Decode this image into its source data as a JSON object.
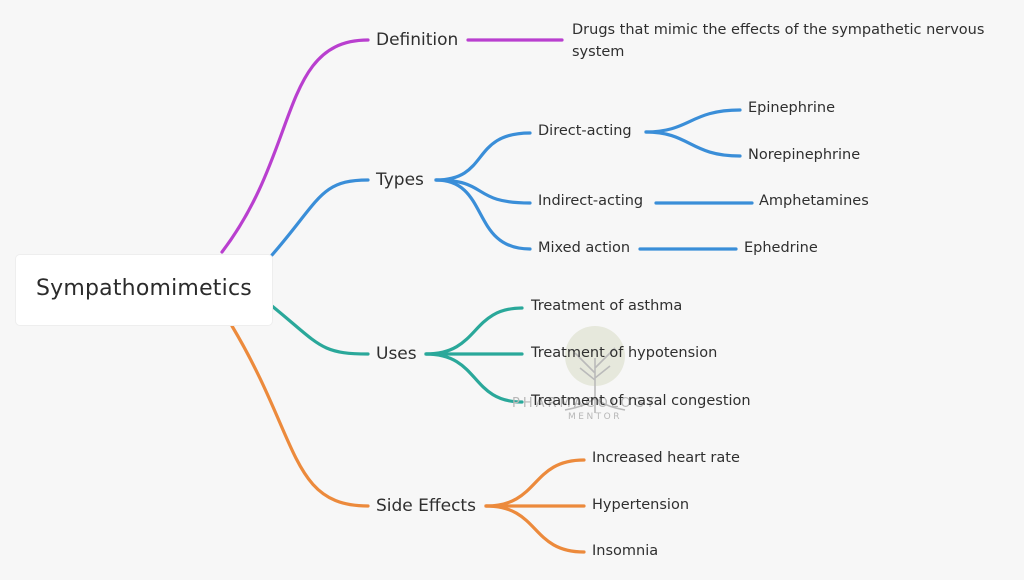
{
  "root": {
    "label": "Sympathomimetics"
  },
  "colors": {
    "definition": "#b93fcf",
    "types": "#3a8ed8",
    "uses": "#2aa89a",
    "side_effects": "#ec8a3c"
  },
  "watermark": {
    "icon": "tree-icon",
    "line1": "PHARMACOLOGY",
    "line2": "MENTOR"
  },
  "branches": {
    "definition": {
      "label": "Definition",
      "text": "Drugs that mimic the effects of the sympathetic nervous system"
    },
    "types": {
      "label": "Types",
      "direct": {
        "label": "Direct-acting",
        "children": [
          "Epinephrine",
          "Norepinephrine"
        ]
      },
      "indirect": {
        "label": "Indirect-acting",
        "children": [
          "Amphetamines"
        ]
      },
      "mixed": {
        "label": "Mixed action",
        "children": [
          "Ephedrine"
        ]
      }
    },
    "uses": {
      "label": "Uses",
      "children": [
        "Treatment of asthma",
        "Treatment of hypotension",
        "Treatment of nasal congestion"
      ]
    },
    "side_effects": {
      "label": "Side Effects",
      "children": [
        "Increased heart rate",
        "Hypertension",
        "Insomnia"
      ]
    }
  }
}
